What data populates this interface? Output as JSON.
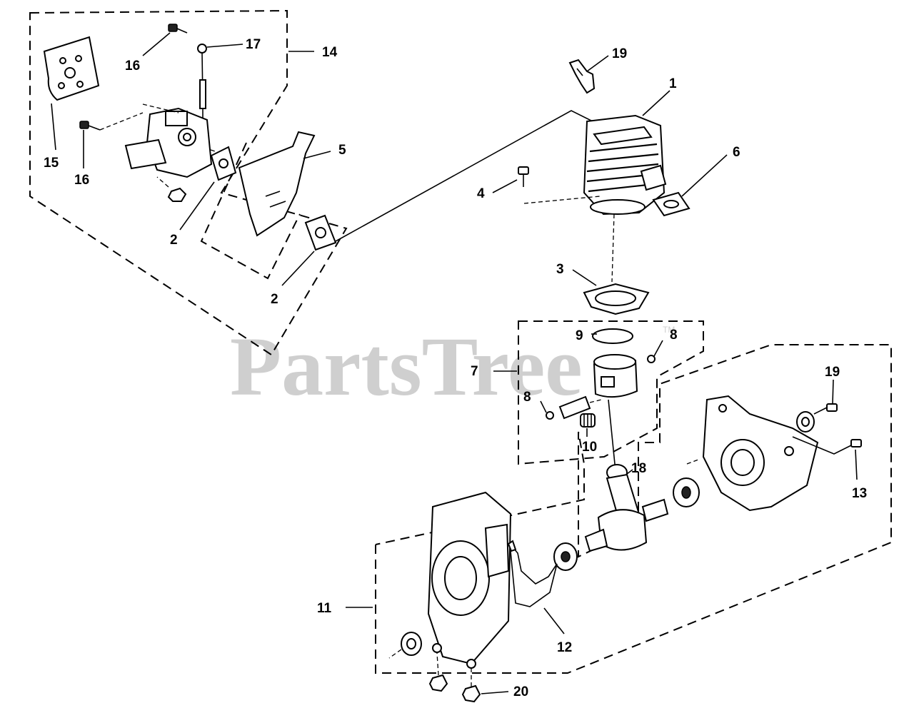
{
  "watermark": {
    "text": "PartsTree",
    "mark": "TM"
  },
  "callouts": [
    {
      "id": "c1",
      "label": "1"
    },
    {
      "id": "c2a",
      "label": "2"
    },
    {
      "id": "c2b",
      "label": "2"
    },
    {
      "id": "c3",
      "label": "3"
    },
    {
      "id": "c4",
      "label": "4"
    },
    {
      "id": "c5",
      "label": "5"
    },
    {
      "id": "c6",
      "label": "6"
    },
    {
      "id": "c7",
      "label": "7"
    },
    {
      "id": "c8a",
      "label": "8"
    },
    {
      "id": "c8b",
      "label": "8"
    },
    {
      "id": "c9",
      "label": "9"
    },
    {
      "id": "c10",
      "label": "10"
    },
    {
      "id": "c11",
      "label": "11"
    },
    {
      "id": "c12",
      "label": "12"
    },
    {
      "id": "c13",
      "label": "13"
    },
    {
      "id": "c14",
      "label": "14"
    },
    {
      "id": "c15",
      "label": "15"
    },
    {
      "id": "c16a",
      "label": "16"
    },
    {
      "id": "c16b",
      "label": "16"
    },
    {
      "id": "c17",
      "label": "17"
    },
    {
      "id": "c18",
      "label": "18"
    },
    {
      "id": "c19a",
      "label": "19"
    },
    {
      "id": "c19b",
      "label": "19"
    },
    {
      "id": "c20",
      "label": "20"
    }
  ]
}
